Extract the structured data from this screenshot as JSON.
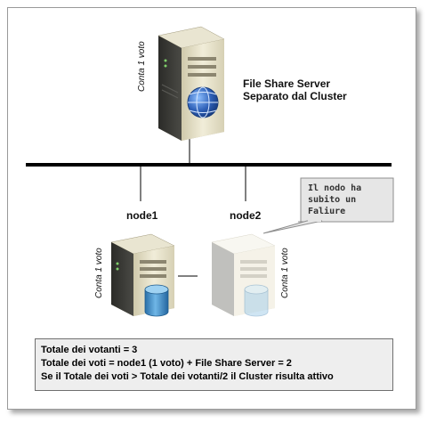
{
  "file_share_server": {
    "label_line1": "File Share Server",
    "label_line2": "Separato dal Cluster",
    "vote": "Conta 1 voto"
  },
  "node1": {
    "label": "node1",
    "vote": "Conta 1 voto"
  },
  "node2": {
    "label": "node2",
    "vote": "Conta 1 voto"
  },
  "callout": {
    "line1": "Il nodo ha",
    "line2": "subito un",
    "line3": "Faliure"
  },
  "summary": {
    "line1": "Totale dei votanti = 3",
    "line2": "Totale dei voti  = node1 (1 voto) + File Share Server = 2",
    "line3": "Se il Totale dei voti > Totale dei votanti/2 il Cluster risulta attivo"
  },
  "colors": {
    "server_body": "#e2ddc3",
    "server_dark": "#3c3c38",
    "disk_blue": "#3f8fc9",
    "globe_blue": "#2f61b8",
    "callout_bg": "#e6e6e6"
  }
}
